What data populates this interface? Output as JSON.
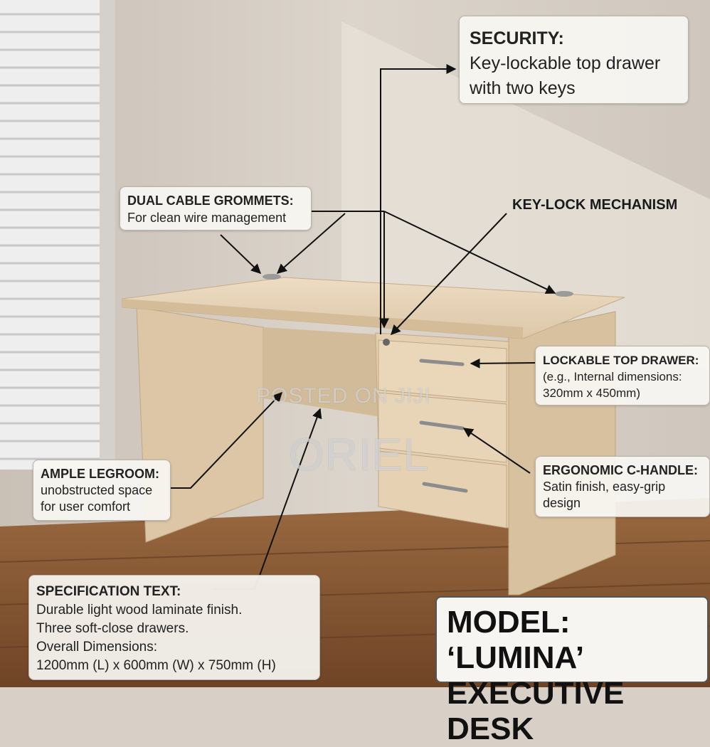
{
  "callouts": {
    "security": {
      "heading": "SECURITY:",
      "lines": [
        "Key-lockable top drawer",
        "with two keys"
      ]
    },
    "grommets": {
      "heading": "DUAL CABLE GROMMETS:",
      "lines": [
        "For clean wire management"
      ]
    },
    "keylock": {
      "heading": "KEY-LOCK MECHANISM"
    },
    "top_drawer": {
      "heading": "LOCKABLE TOP DRAWER:",
      "lines": [
        "(e.g., Internal dimensions:",
        "320mm x 450mm)"
      ]
    },
    "handle": {
      "heading": "ERGONOMIC C-HANDLE:",
      "lines": [
        "Satin finish, easy-grip",
        "design"
      ]
    },
    "legroom": {
      "heading": "AMPLE LEGROOM:",
      "lines": [
        "unobstructed space",
        "for user comfort"
      ]
    },
    "spec": {
      "heading": "SPECIFICATION TEXT:",
      "lines": [
        "Durable light wood laminate finish.",
        "Three soft-close drawers.",
        "Overall Dimensions:",
        "1200mm (L) x 600mm (W) x 750mm (H)"
      ]
    }
  },
  "model": {
    "line1": "MODEL: ‘LUMINA’",
    "line2": "EXECUTIVE DESK"
  },
  "watermarks": {
    "posted": "POSTED ON JIJI",
    "brand": "ORIEL"
  },
  "colors": {
    "wall": "#d9d2c9",
    "floor": "#8a5a33",
    "desk": "#e6d3b8",
    "desk_shadow": "#cdb596",
    "arrow": "#111111"
  }
}
